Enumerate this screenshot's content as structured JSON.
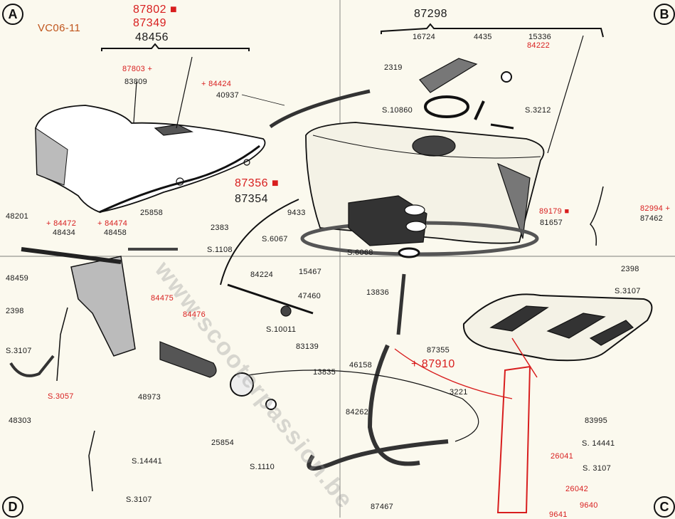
{
  "code": "VC06-11",
  "watermark": "www.scooterpassion.be",
  "corners": [
    "A",
    "B",
    "C",
    "D"
  ],
  "colors": {
    "red": "#d81e1e",
    "black": "#1a1a1a",
    "code": "#c0561d"
  },
  "labels": {
    "seat_red_1": "87802 ■",
    "seat_red_2": "87349",
    "seat_assembly": "48456",
    "seat_cover_red": "87803 +",
    "seat_cover": "83809",
    "strap_red": "+ 84424",
    "strap": "40937",
    "tank_red": "87356 ■",
    "tank": "87354",
    "p25858": "25858",
    "p2383": "2383",
    "s1108": "S.1108",
    "p48201": "48201",
    "red84472": "+ 84472",
    "p48434": "48434",
    "red84474": "+ 84474",
    "p48458": "48458",
    "p9433": "9433",
    "s6067": "S.6067",
    "s6068": "S.6068",
    "cap_assembly": "87298",
    "p16724": "16724",
    "p4435": "4435",
    "p15336": "15336",
    "red84222": "84222",
    "p2319": "2319",
    "s10860": "S.10860",
    "s3212": "S.3212",
    "red89179": "89179 ■",
    "p81657": "81657",
    "red82994": "82994 +",
    "p87462": "87462",
    "p48459": "48459",
    "p2398_l": "2398",
    "s3107_l": "S.3107",
    "p48303": "48303",
    "red_s3057": "S.3057",
    "red84475": "84475",
    "red84476": "84476",
    "p48973": "48973",
    "p84224": "84224",
    "p15467": "15467",
    "p47460": "47460",
    "s10011": "S.10011",
    "p83139": "83139",
    "p13835": "13835",
    "p13836": "13836",
    "p46158": "46158",
    "p87355": "87355",
    "red87910": "+ 87910",
    "p3221": "3221",
    "p84262": "84262",
    "p25854": "25854",
    "s1110": "S.1110",
    "p87467": "87467",
    "p2398_r": "2398",
    "s3107_r1": "S.3107",
    "p83995": "83995",
    "s14441_r": "S. 14441",
    "s3107_r2": "S. 3107",
    "s14441_l": "S.14441",
    "s3107_l2": "S.3107",
    "red26041": "26041",
    "red26042": "26042",
    "red9640": "9640",
    "red9641": "9641"
  }
}
